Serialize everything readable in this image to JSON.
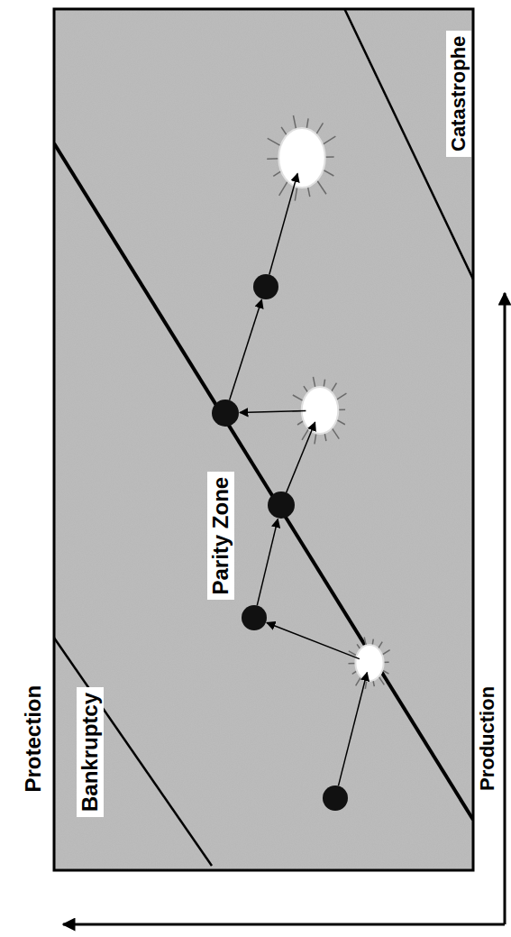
{
  "diagram": {
    "nodes": [
      {
        "text": [
          "Bankruptcy"
        ]
      },
      {
        "text": [
          "Parity Zone"
        ]
      },
      {
        "text": [
          "Catastrophe"
        ]
      }
    ],
    "labels": [
      "Protection",
      "Production"
    ]
  }
}
